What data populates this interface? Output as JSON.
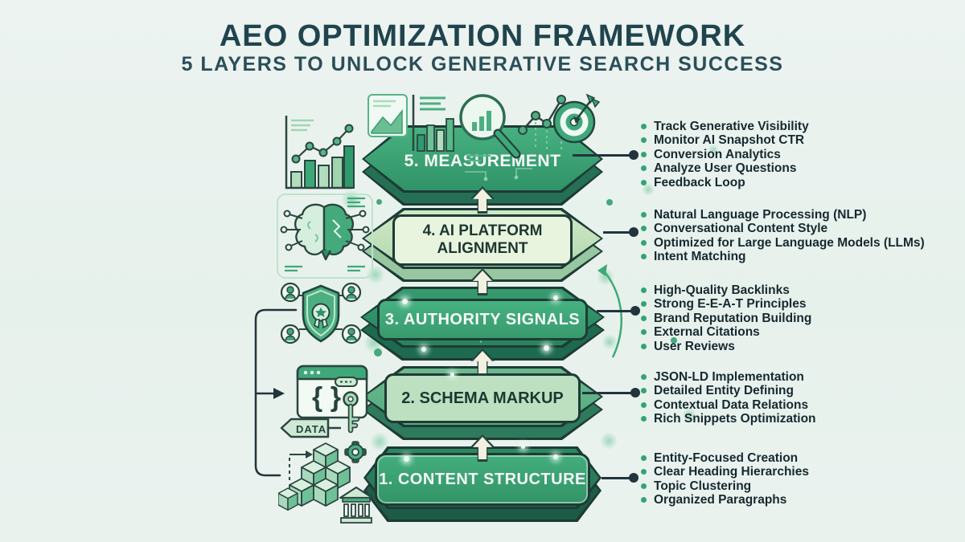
{
  "header": {
    "title": "AEO OPTIMIZATION FRAMEWORK",
    "subtitle": "5 LAYERS TO UNLOCK GENERATIVE SEARCH SUCCESS"
  },
  "layers": [
    {
      "label": "5. MEASUREMENT",
      "icon": "growth-chart-icon",
      "bullets": [
        "Track Generative Visibility",
        "Monitor AI Snapshot CTR",
        "Conversion Analytics",
        "Analyze User Questions",
        "Feedback Loop"
      ]
    },
    {
      "label": "4. AI PLATFORM ALIGNMENT",
      "icon": "ai-brain-icon",
      "bullets": [
        "Natural Language Processing (NLP)",
        "Conversational Content Style",
        "Optimized for Large Language Models (LLMs)",
        "Intent Matching"
      ]
    },
    {
      "label": "3. AUTHORITY SIGNALS",
      "icon": "authority-shield-icon",
      "bullets": [
        "High-Quality Backlinks",
        "Strong E-E-A-T Principles",
        "Brand Reputation Building",
        "External Citations",
        "User Reviews"
      ]
    },
    {
      "label": "2. SCHEMA MARKUP",
      "icon": "schema-data-icon",
      "bullets": [
        "JSON-LD Implementation",
        "Detailed Entity Defining",
        "Contextual Data Relations",
        "Rich Snippets Optimization"
      ]
    },
    {
      "label": "1. CONTENT STRUCTURE",
      "icon": "content-blocks-icon",
      "bullets": [
        "Entity-Focused Creation",
        "Clear Heading Hierarchies",
        "Topic Clustering",
        "Organized Paragraphs"
      ]
    }
  ],
  "icons": {
    "top_row": [
      "report-chart-icon",
      "bar-chart-icon",
      "magnifier-chart-icon",
      "trend-line-icon",
      "target-dart-icon"
    ],
    "schema_tag_label": "DATA",
    "schema_braces": "{ }"
  },
  "colors": {
    "background": "#eaf2ee",
    "title": "#20444d",
    "accent_green": "#3aa87a",
    "dark_outline": "#1e3b35",
    "bullet_text": "#16292f"
  }
}
